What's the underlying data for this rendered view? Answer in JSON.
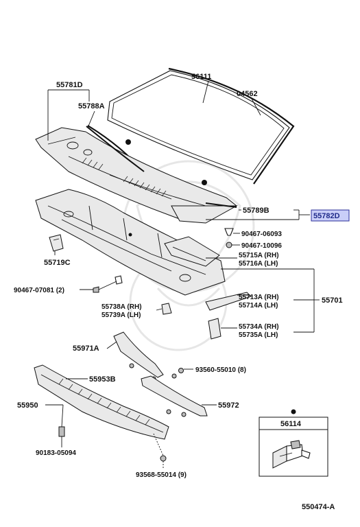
{
  "diagram_code": "550474-A",
  "highlighted_part": "55782D",
  "labels": {
    "p55781D": "55781D",
    "p55788A": "55788A",
    "p56111": "56111",
    "p04562": "04562",
    "p55789B": "55789B",
    "p55782D": "55782D",
    "p90467_06093": "90467-06093",
    "p90467_10096": "90467-10096",
    "p55715A": "55715A (RH)",
    "p55716A": "55716A (LH)",
    "p55719C": "55719C",
    "p90467_07081": "90467-07081 (2)",
    "p55738A": "55738A (RH)",
    "p55739A": "55739A (LH)",
    "p55713A": "55713A (RH)",
    "p55714A": "55714A (LH)",
    "p55701": "55701",
    "p55734A": "55734A (RH)",
    "p55735A": "55735A (LH)",
    "p55971A": "55971A",
    "p93560": "93560-55010 (8)",
    "p55953B": "55953B",
    "p55950": "55950",
    "p55972": "55972",
    "p90183": "90183-05094",
    "p93568": "93568-55014 (9)",
    "p56114": "56114"
  },
  "colors": {
    "highlight_fill": "#c9cef8",
    "highlight_border": "#2a2f9a",
    "line": "#111111"
  }
}
